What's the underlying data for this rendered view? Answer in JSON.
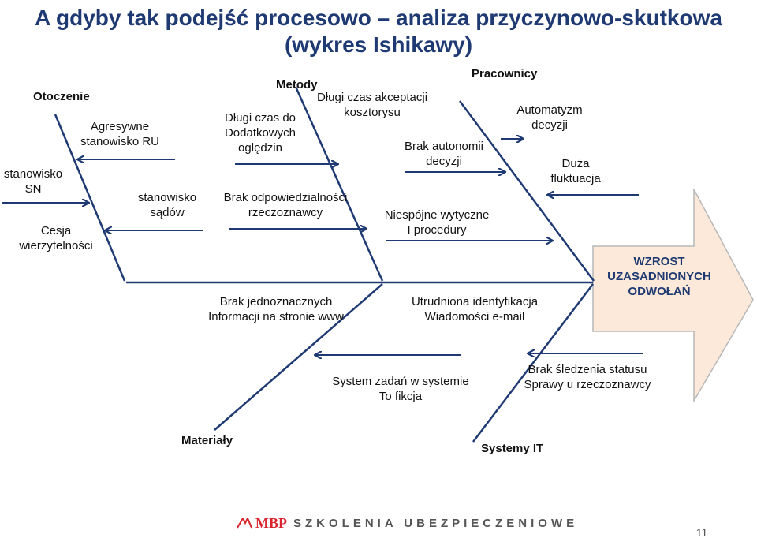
{
  "title": "A gdyby tak podejść procesowo – analiza przyczynowo-skutkowa (wykres Ishikawy)",
  "categories": {
    "otoczenie": "Otoczenie",
    "metody": "Metody",
    "pracownicy": "Pracownicy",
    "materialy": "Materiały",
    "systemy_it": "Systemy IT"
  },
  "causes": {
    "agresywne": [
      "Agresywne",
      "stanowisko RU"
    ],
    "stanowisko_sn": [
      "stanowisko",
      "SN"
    ],
    "stanowisko_sadow": [
      "stanowisko",
      "sądów"
    ],
    "cesja": [
      "Cesja",
      "wierzytelności"
    ],
    "dlugi_czas_ogledzin": [
      "Długi czas do",
      "Dodatkowych",
      "oględzin"
    ],
    "dlugi_czas_akceptacji": [
      "Długi czas akceptacji",
      "kosztorysu"
    ],
    "brak_odpowiedzialnosci": [
      "Brak odpowiedzialności",
      "rzeczoznawcy"
    ],
    "brak_autonomii": [
      "Brak autonomii",
      "decyzji"
    ],
    "automatyzm": [
      "Automatyzm",
      "decyzji"
    ],
    "duza_fluktuacja": [
      "Duża",
      "fluktuacja"
    ],
    "niespojne_wytyczne": [
      "Niespójne wytyczne",
      "I procedury"
    ],
    "brak_jednoznacznych": [
      "Brak jednoznacznych",
      "Informacji na stronie www"
    ],
    "utrudniona_identyfikacja": [
      "Utrudniona identyfikacja",
      "Wiadomości e-mail"
    ],
    "system_zadan": [
      "System zadań w systemie",
      "To fikcja"
    ],
    "brak_sledzenia": [
      "Brak śledzenia statusu",
      "Sprawy u rzeczoznawcy"
    ]
  },
  "effect": [
    "WZROST",
    "UZASADNIONYCH",
    "ODWOŁAŃ"
  ],
  "footer": {
    "brand": "MBP",
    "tagline": "SZKOLENIA UBEZPIECZENIOWE",
    "page_number": "11"
  },
  "colors": {
    "line": "#1f3a73",
    "title": "#1f3a73",
    "effect_fill": "#fde9d9",
    "effect_stroke": "#b7b7b7",
    "brand_red": "#d9232d"
  }
}
